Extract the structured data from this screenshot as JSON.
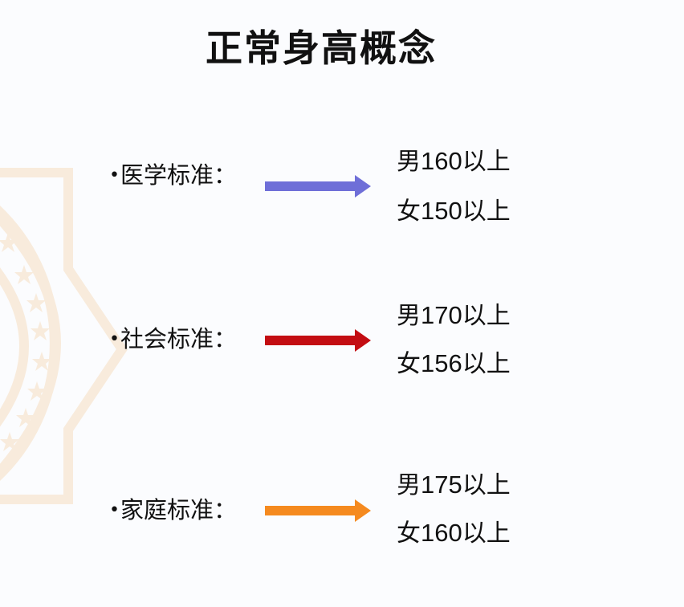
{
  "slide": {
    "title": "正常身高概念",
    "background": "#fbfcfe",
    "rows": [
      {
        "bullet": "•",
        "label": "医学标准：",
        "arrow_color": "#6f6fd8",
        "arrow_icon": "right-arrow-icon",
        "male": {
          "prefix": "男",
          "height": "160",
          "suffix": "以上"
        },
        "female": {
          "prefix": "女",
          "height": "150",
          "suffix": "以上"
        }
      },
      {
        "bullet": "•",
        "label": "社会标准：",
        "arrow_color": "#c30d12",
        "arrow_icon": "right-arrow-icon",
        "male": {
          "prefix": "男",
          "height": "170",
          "suffix": "以上"
        },
        "female": {
          "prefix": "女",
          "height": "156",
          "suffix": "以上"
        }
      },
      {
        "bullet": "•",
        "label": "家庭标准：",
        "arrow_color": "#f58a1f",
        "arrow_icon": "right-arrow-icon",
        "male": {
          "prefix": "男",
          "height": "175",
          "suffix": "以上"
        },
        "female": {
          "prefix": "女",
          "height": "160",
          "suffix": "以上"
        }
      }
    ],
    "watermark_color": "#f8e9d8",
    "watermark_icon": "star-emblem-watermark-icon"
  }
}
